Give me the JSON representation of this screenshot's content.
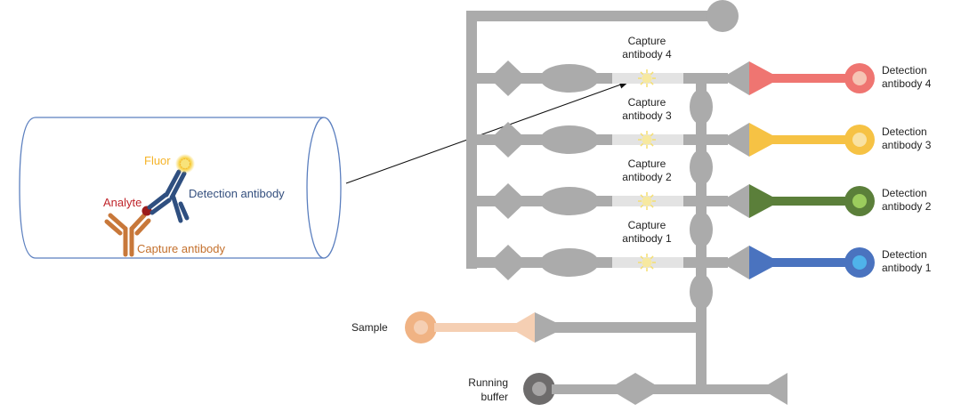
{
  "colors": {
    "channel": "#ababab",
    "capture_zone": "#e3e3e3",
    "sun": "#f7e9a0",
    "sun_ray": "#f5df6e",
    "tube_outline": "#5b7fbf",
    "fluor": "#f5b42a",
    "detection_antibody": "#2f4f80",
    "analyte": "#9b1b1b",
    "capture_antibody": "#c8783a",
    "analyte_text": "#c0262c",
    "detection_text": "#344f7e",
    "capture_text": "#c4702c",
    "sample": "#f0b384",
    "sample_light": "#f5cfb3",
    "running_buffer": "#6e6c6c",
    "running_buffer_inner": "#a7a5a5"
  },
  "molecule_labels": {
    "fluor": "Fluor",
    "detection_antibody": "Detection antibody",
    "analyte": "Analyte",
    "capture_antibody": "Capture antibody"
  },
  "capture_labels": [
    {
      "line1": "Capture",
      "line2": "antibody 4"
    },
    {
      "line1": "Capture",
      "line2": "antibody 3"
    },
    {
      "line1": "Capture",
      "line2": "antibody 2"
    },
    {
      "line1": "Capture",
      "line2": "antibody 1"
    }
  ],
  "detection_channels": [
    {
      "line1": "Detection",
      "line2": "antibody 4",
      "color": "#ef7571",
      "inner": "#f6c4b4"
    },
    {
      "line1": "Detection",
      "line2": "antibody 3",
      "color": "#f6c244",
      "inner": "#f9e2a2"
    },
    {
      "line1": "Detection",
      "line2": "antibody 2",
      "color": "#5b7f3a",
      "inner": "#9ccc5d"
    },
    {
      "line1": "Detection",
      "line2": "antibody 1",
      "color": "#4a73bf",
      "inner": "#4fb3ea"
    }
  ],
  "inputs": {
    "sample": "Sample",
    "running_buffer_line1": "Running",
    "running_buffer_line2": "buffer"
  }
}
